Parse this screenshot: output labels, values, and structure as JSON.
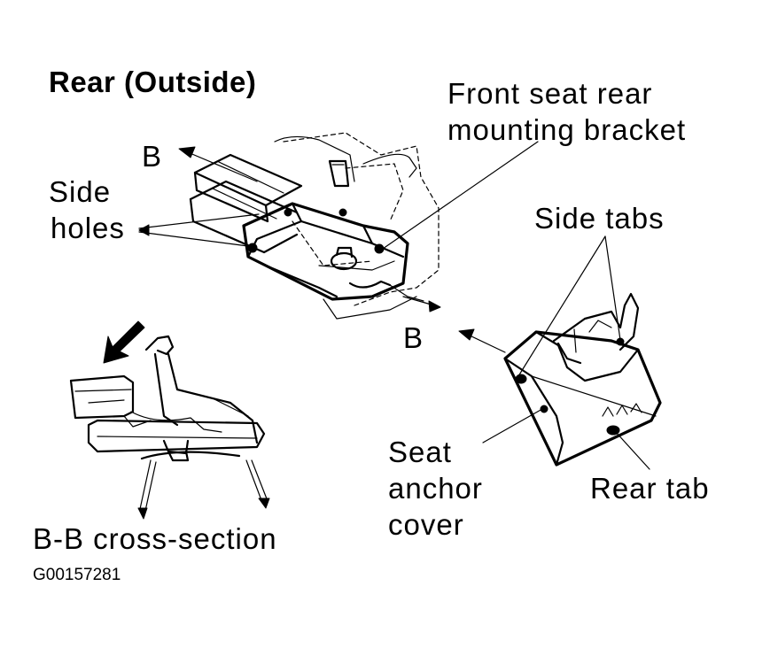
{
  "title": "Rear (Outside)",
  "labels": {
    "front_bracket_line1": "Front seat rear",
    "front_bracket_line2": "mounting bracket",
    "side_holes_line1": "Side",
    "side_holes_line2": "holes",
    "side_tabs": "Side tabs",
    "b_top": "B",
    "b_mid": "B",
    "seat_anchor_line1": "Seat",
    "seat_anchor_line2": "anchor",
    "seat_anchor_line3": "cover",
    "rear_tab": "Rear tab",
    "cross_section": "B-B cross-section",
    "figure_code": "G00157281"
  }
}
